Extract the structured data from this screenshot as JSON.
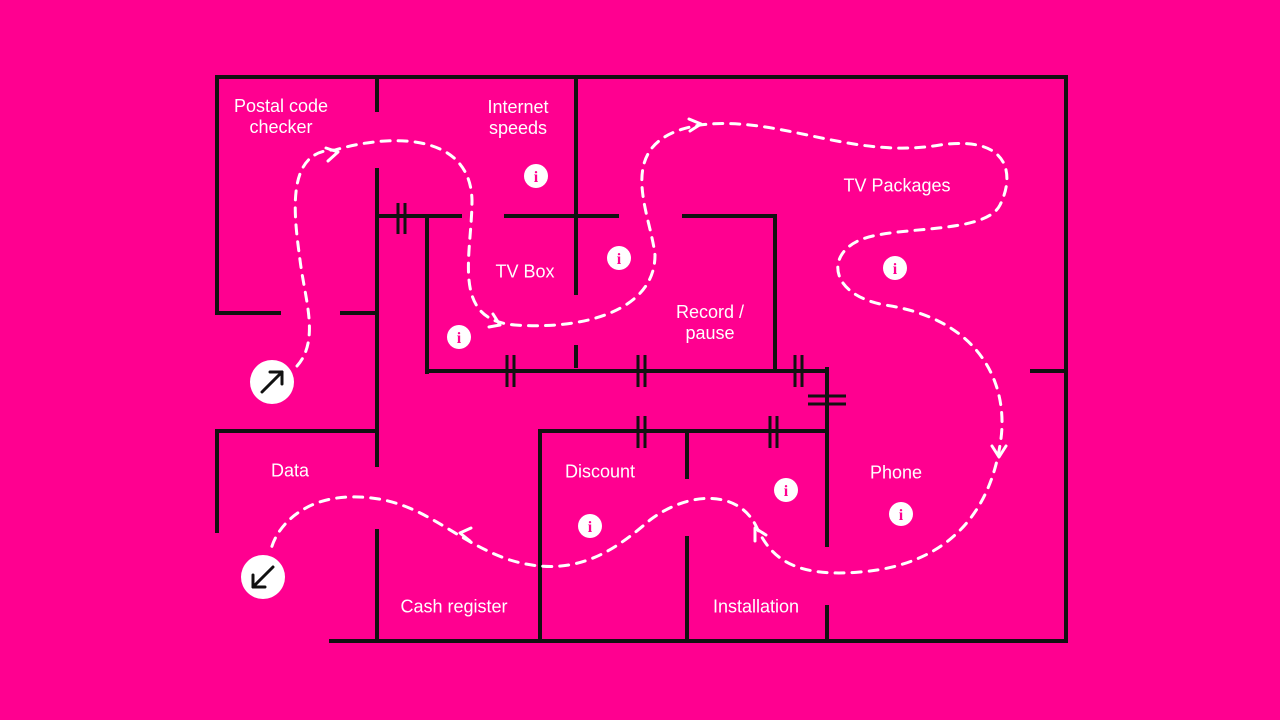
{
  "colors": {
    "background": "#ff0090",
    "walls": "#111111",
    "path": "#ffffff",
    "info_fill": "#ffffff",
    "info_glyph": "#ff0090"
  },
  "icons": {
    "entrance": "arrow-up-right-icon",
    "exit": "arrow-down-left-icon",
    "info": "info-icon"
  },
  "rooms": {
    "postal_code_checker": "Postal code\nchecker",
    "internet_speeds": "Internet\nspeeds",
    "tv_packages": "TV Packages",
    "tv_box": "TV Box",
    "record_pause": "Record /\npause",
    "data": "Data",
    "discount": "Discount",
    "phone": "Phone",
    "cash_register": "Cash register",
    "installation": "Installation"
  },
  "info_glyph": "i"
}
